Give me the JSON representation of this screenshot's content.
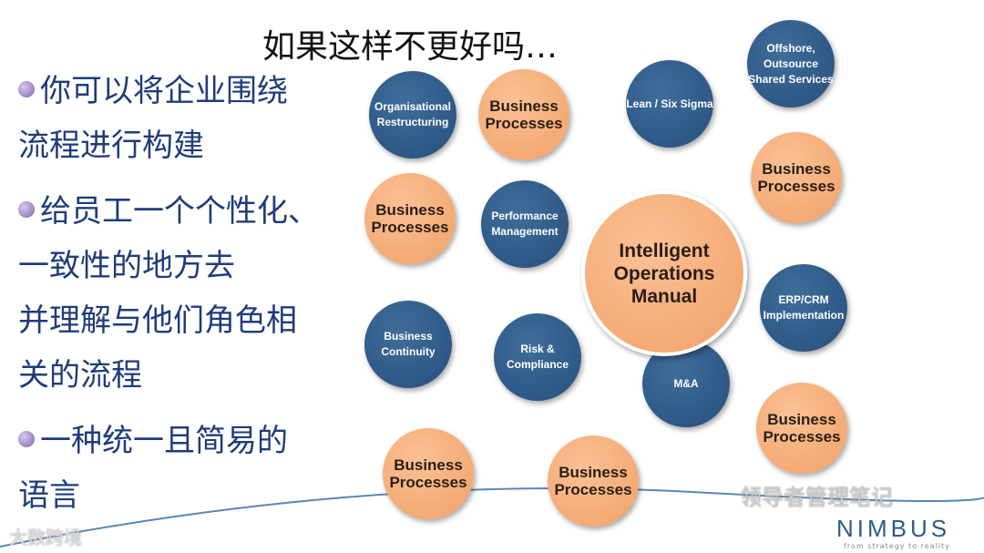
{
  "title": "如果这样不更好吗…",
  "bullets": [
    {
      "lines": [
        "你可以将企业围绕",
        "流程进行构建"
      ]
    },
    {
      "lines": [
        "给员工一个个性化、",
        "一致性的地方去",
        "并理解与他们角色相",
        "关的流程"
      ]
    },
    {
      "lines": [
        "一种统一且简易的",
        "语言"
      ]
    }
  ],
  "circles": {
    "bp1": "Business Processes",
    "lean": "Lean / Six Sigma",
    "offshore": "Offshore, Outsource Shared Services",
    "bp2": "Business Processes",
    "perf": "Performance Management",
    "iom": "Intelligent Operations Manual",
    "erp": "ERP/CRM Implementation",
    "bp3": "Business Processes",
    "risk": "Risk & Compliance",
    "ma": "M&A",
    "bp4": "Business Processes",
    "bc": "Business Continuity",
    "bp5": "Business Processes",
    "org": "Organisational Restructuring",
    "bp6": "Business Processes"
  },
  "colors": {
    "orange": "#f4a46e",
    "blue": "#2f5b87",
    "text": "#1f3c7a"
  },
  "watermark_left": "大数跨境",
  "watermark_right": "领导者管理笔记",
  "logo": {
    "name": "NIMBUS",
    "tagline": "from strategy to reality"
  }
}
